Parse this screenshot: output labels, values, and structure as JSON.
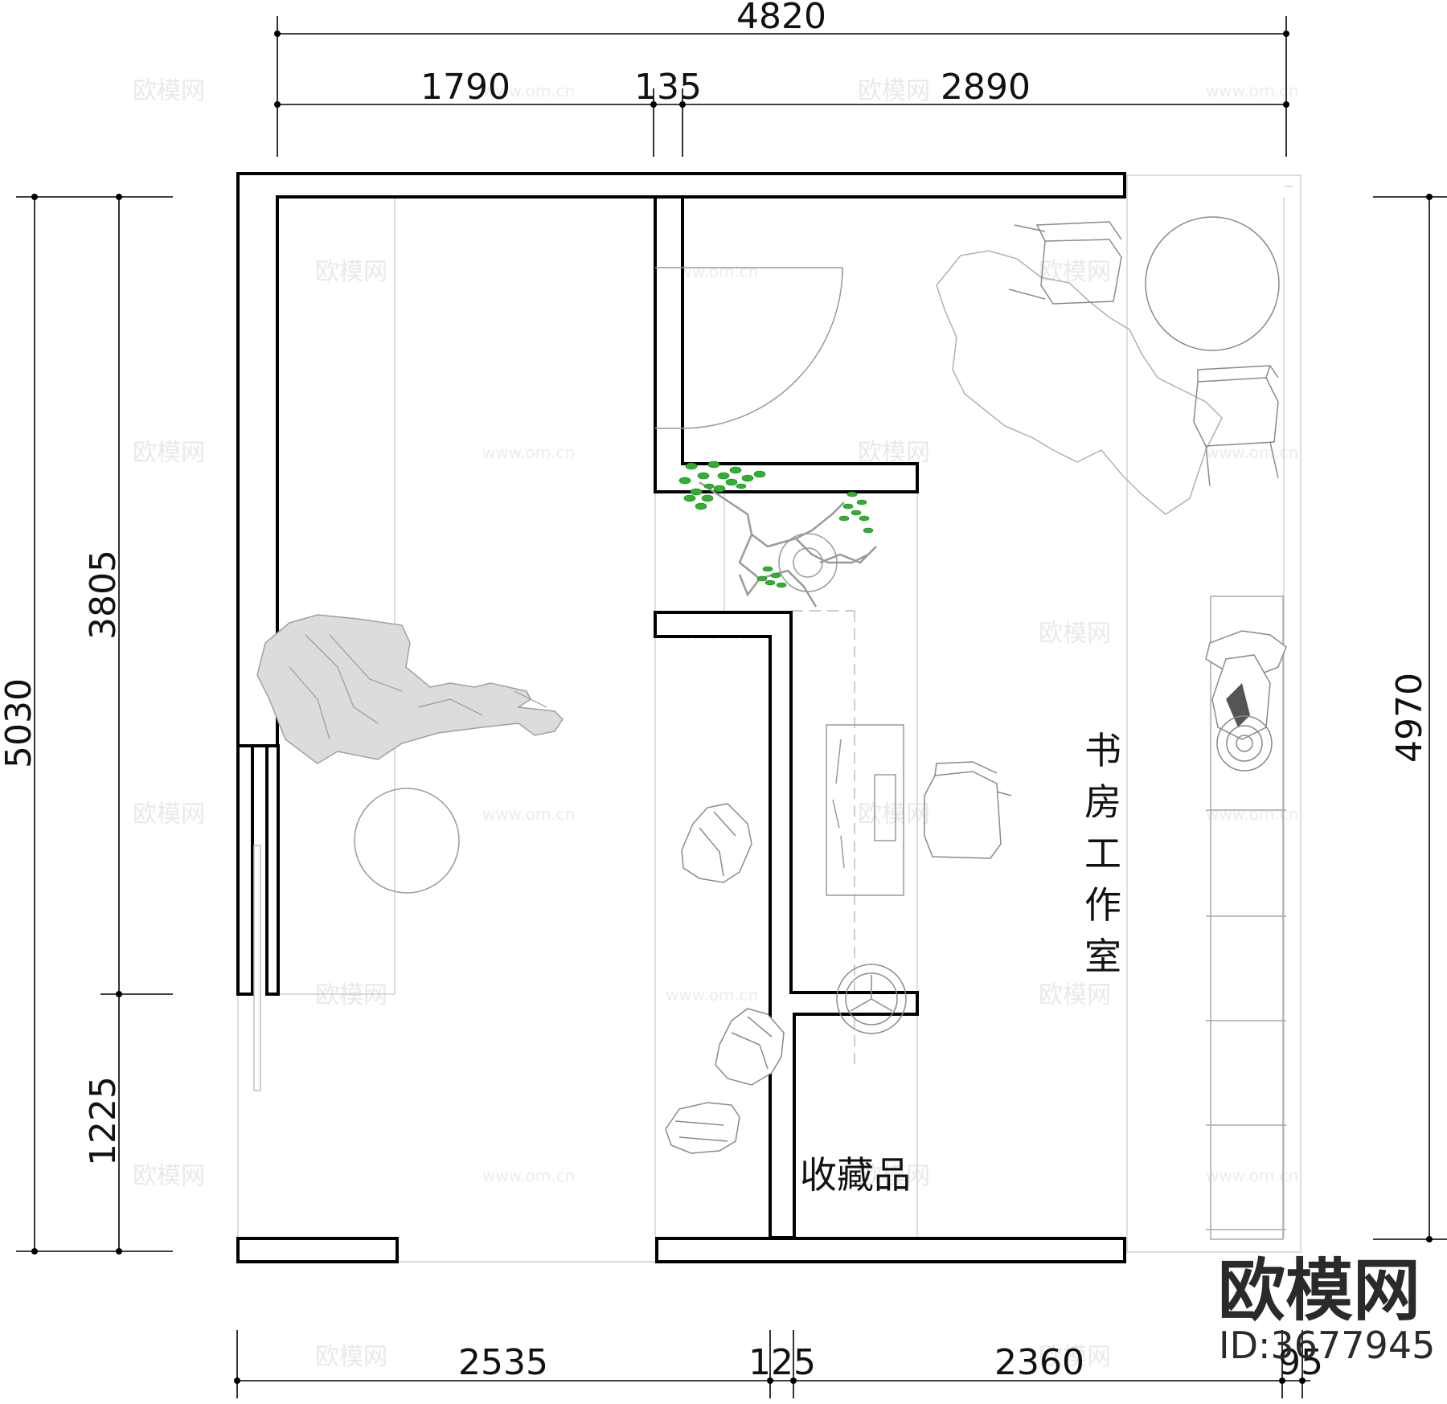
{
  "dimensions": {
    "top_overall": "4820",
    "top_segments": [
      "1790",
      "135",
      "2890"
    ],
    "bottom_segments": [
      "2535",
      "125",
      "2360",
      "95"
    ],
    "left_overall": "5030",
    "left_segments": [
      "3805",
      "1225"
    ],
    "right_overall": "4970"
  },
  "rooms": {
    "study_studio": [
      "书",
      "房",
      "工",
      "作",
      "室"
    ],
    "collection": "收藏品"
  },
  "watermark": {
    "brand": "欧模网",
    "url": "www.om.cn",
    "id_label": "ID:3677945"
  },
  "icons": [
    "tree-icon",
    "rock-icon",
    "chair-icon",
    "round-table-icon",
    "lamp-icon",
    "sculpture-icon",
    "rug-icon"
  ],
  "colors": {
    "wall_fill": "#ffffff",
    "wall_stroke": "#000000",
    "foliage": "#2fb12f",
    "rock": "#d9d9d9"
  }
}
